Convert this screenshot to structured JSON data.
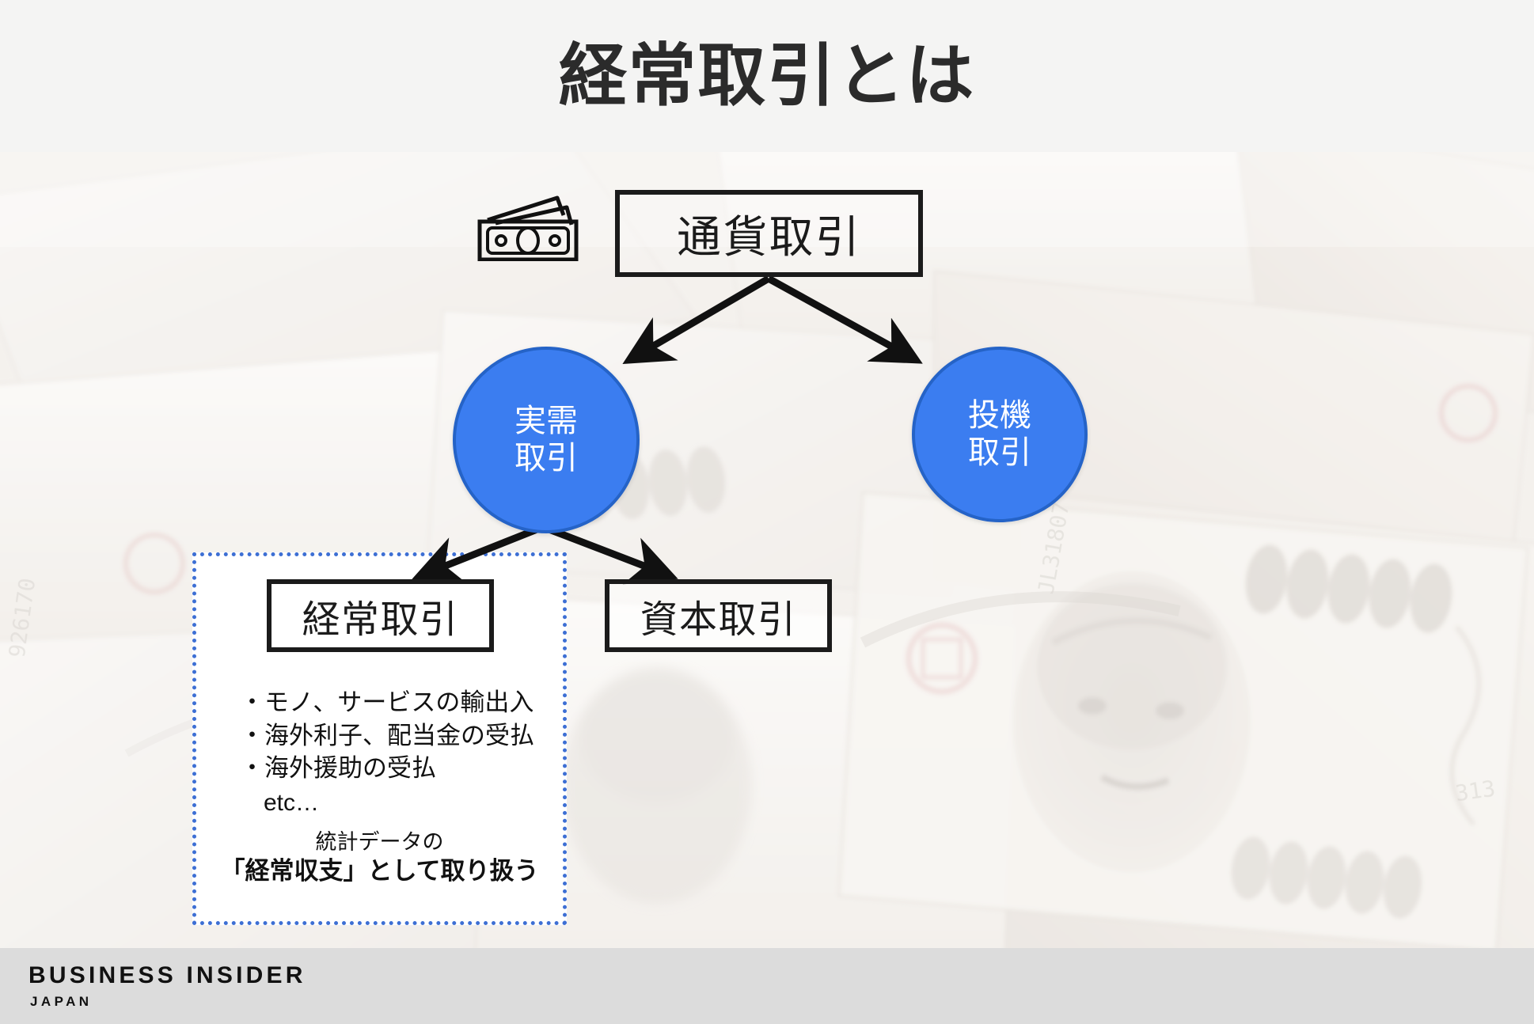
{
  "slide": {
    "title": "経常取引とは",
    "accent_blue": "#3b7df0",
    "dotted_border_color": "#3d6fd4",
    "header_bg": "#f4f4f3",
    "footer_bg": "#dcdcdc"
  },
  "diagram": {
    "money_icon": "banknote-stack-icon",
    "root": {
      "label": "通貨取引",
      "shape": "rectangle"
    },
    "branches": [
      {
        "label_line1": "実需",
        "label_line2": "取引",
        "shape": "circle"
      },
      {
        "label_line1": "投機",
        "label_line2": "取引",
        "shape": "circle"
      }
    ],
    "leaves": [
      {
        "label": "経常取引",
        "shape": "rectangle",
        "highlighted": true
      },
      {
        "label": "資本取引",
        "shape": "rectangle",
        "highlighted": false
      }
    ],
    "highlight_box": {
      "bullets": [
        "・モノ、サービスの輸出入",
        "・海外利子、配当金の受払",
        "・海外援助の受払"
      ],
      "etc": "etc…",
      "caption_line1": "統計データの",
      "caption_line2": "「経常収支」として取り扱う"
    }
  },
  "footer": {
    "brand": "BUSINESS INSIDER",
    "edition": "JAPAN"
  }
}
